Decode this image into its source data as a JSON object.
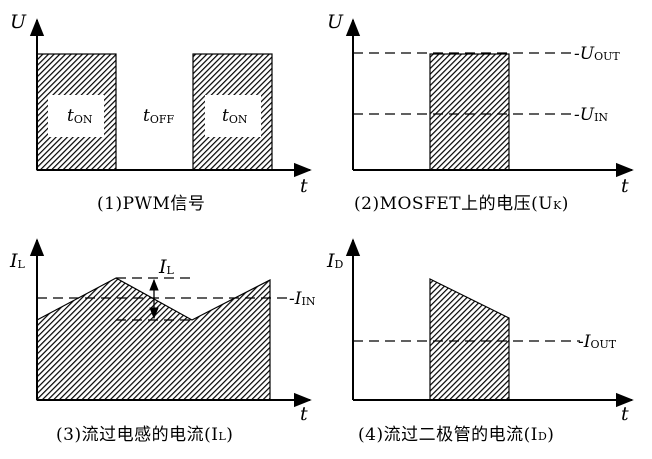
{
  "panel1": {
    "y_axis_label": "U",
    "x_axis_label": "t",
    "pulse1_label": {
      "main": "t",
      "sub": "ON"
    },
    "gap_label": {
      "main": "t",
      "sub": "OFF"
    },
    "pulse2_label": {
      "main": "t",
      "sub": "ON"
    },
    "caption": "(1)PWM信号"
  },
  "panel2": {
    "y_axis_label": "U",
    "x_axis_label": "t",
    "level_top": {
      "main": "-U",
      "sub": "OUT"
    },
    "level_mid": {
      "main": "-U",
      "sub": "IN"
    },
    "caption_main": "(2)MOSFET上的电压(U",
    "caption_sub": "K",
    "caption_end": ")"
  },
  "panel3": {
    "y_axis_main": "I",
    "y_axis_sub": "L",
    "x_axis_label": "t",
    "ripple_main": "I",
    "ripple_sub": "L",
    "level_main": "-I",
    "level_sub": "IN",
    "caption_main": "(3)流过电感的电流(I",
    "caption_sub": "L",
    "caption_end": ")"
  },
  "panel4": {
    "y_axis_main": "I",
    "y_axis_sub": "D",
    "x_axis_label": "t",
    "level_main": "-I",
    "level_sub": "OUT",
    "caption_main": "(4)流过二极管的电流(I",
    "caption_sub": "D",
    "caption_end": ")"
  }
}
